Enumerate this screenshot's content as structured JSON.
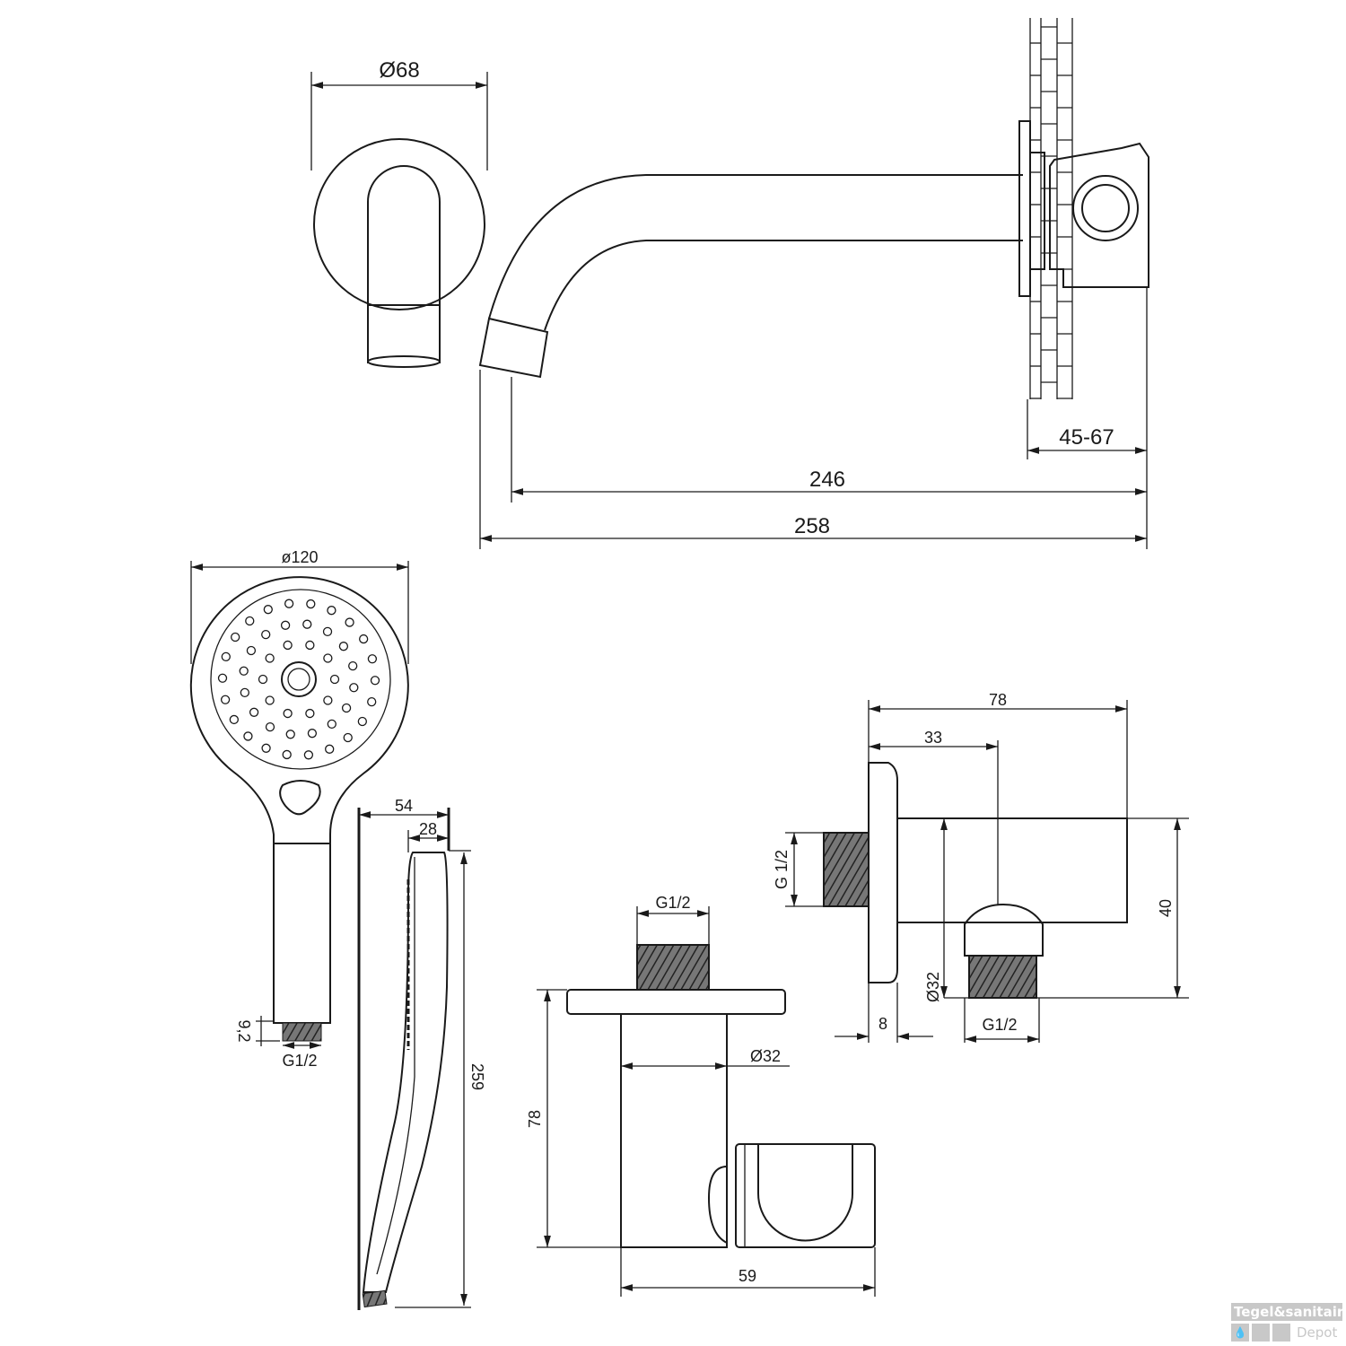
{
  "dimensions": {
    "spout_diameter": "Ø68",
    "wall_depth": "45-67",
    "spout_reach_inner": "246",
    "spout_reach_outer": "258",
    "head_diameter": "ø120",
    "side_depth": "54",
    "side_depth_inner": "28",
    "thread_length": "9,2",
    "hand_thread": "G1/2",
    "hand_length": "259",
    "holder_thread": "G1/2",
    "holder_height": "78",
    "holder_diameter": "Ø32",
    "holder_width": "59",
    "outlet_width": "78",
    "outlet_offset": "33",
    "outlet_inlet_thread": "G 1/2",
    "outlet_height": "40",
    "outlet_diameter": "Ø32",
    "outlet_flange": "8",
    "outlet_thread": "G1/2"
  },
  "watermark": {
    "brand": "Tegel&sanitair",
    "sub": "Depot"
  }
}
